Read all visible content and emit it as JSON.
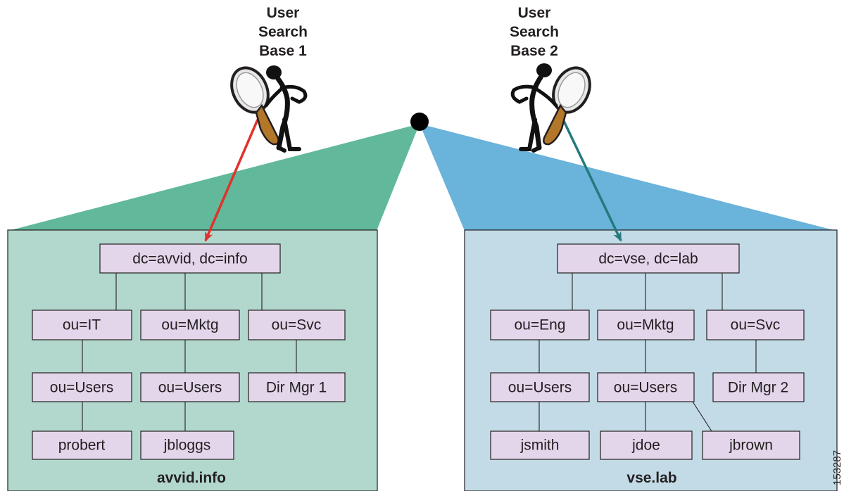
{
  "search_bases": [
    {
      "lines": [
        "User",
        "Search",
        "Base 1"
      ]
    },
    {
      "lines": [
        "User",
        "Search",
        "Base 2"
      ]
    }
  ],
  "domains": [
    {
      "name": "avvid.info",
      "root": "dc=avvid, dc=info",
      "ous": [
        "ou=IT",
        "ou=Mktg",
        "ou=Svc"
      ],
      "sub": [
        "ou=Users",
        "ou=Users",
        "Dir Mgr 1"
      ],
      "leaves": [
        "probert",
        "jbloggs"
      ]
    },
    {
      "name": "vse.lab",
      "root": "dc=vse, dc=lab",
      "ous": [
        "ou=Eng",
        "ou=Mktg",
        "ou=Svc"
      ],
      "sub": [
        "ou=Users",
        "ou=Users",
        "Dir Mgr 2"
      ],
      "leaves": [
        "jsmith",
        "jdoe",
        "jbrown"
      ]
    }
  ],
  "figure_id": "153287",
  "colors": {
    "left_fan": "#62b89a",
    "left_box": "#b2d8ce",
    "right_fan": "#6ab3da",
    "right_box": "#c2dbe7",
    "node_fill": "#e3d5ea",
    "arrow_left": "#e0322b",
    "arrow_right": "#247a7c",
    "lens_handle": "#b3772a"
  }
}
